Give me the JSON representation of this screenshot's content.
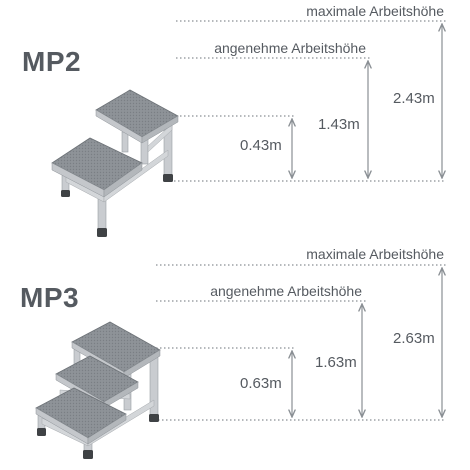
{
  "sections": [
    {
      "model": "MP2",
      "max_label": "maximale Arbeitshöhe",
      "comfort_label": "angenehme Arbeitshöhe",
      "step_height": "0.43m",
      "comfort_height": "1.43m",
      "max_height": "2.43m"
    },
    {
      "model": "MP3",
      "max_label": "maximale Arbeitshöhe",
      "comfort_label": "angenehme Arbeitshöhe",
      "step_height": "0.63m",
      "comfort_height": "1.63m",
      "max_height": "2.63m"
    }
  ],
  "colors": {
    "text": "#555a60",
    "line": "#8a8f94",
    "step_top": "#8d9297",
    "frame": "#c9ccd0"
  },
  "icons": [
    "two-step-platform-icon",
    "three-step-platform-icon"
  ]
}
